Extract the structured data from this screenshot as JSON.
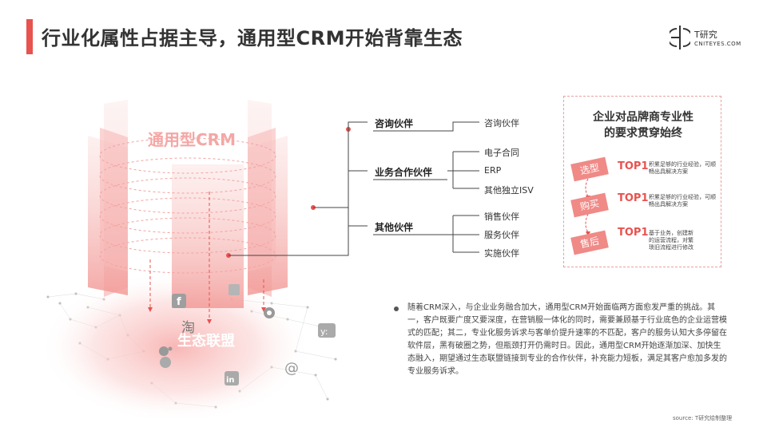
{
  "title": "行业化属性占据主导，通用型CRM开始背靠生态",
  "logo": {
    "cn": "T研究",
    "en": "CNITEYES.COM"
  },
  "graphic": {
    "top_label": "通用型CRM",
    "bottom_label": "生态联盟",
    "tao_char": "淘"
  },
  "tree": {
    "nodes": [
      {
        "label": "咨询伙伴",
        "leaves": [
          "咨询伙伴"
        ]
      },
      {
        "label": "业务合作伙伴",
        "leaves": [
          "电子合同",
          "ERP",
          "其他独立ISV"
        ]
      },
      {
        "label": "其他伙伴",
        "leaves": [
          "销售伙伴",
          "服务伙伴",
          "实施伙伴"
        ]
      }
    ]
  },
  "right_box": {
    "title_line1": "企业对品牌商专业性",
    "title_line2": "的要求贯穿始终",
    "stages": [
      {
        "label": "选型",
        "rank": "TOP1",
        "desc": "积累足够的行业经验，可顺畅出具解决方案"
      },
      {
        "label": "购买",
        "rank": "TOP1",
        "desc": "积累足够的行业经验，可顺畅出具解决方案"
      },
      {
        "label": "售后",
        "rank": "TOP1",
        "desc": "基于业务，创建新的运营流程，对繁琐旧流程进行修改"
      }
    ]
  },
  "bullet": "随着CRM深入，与企业业务融合加大，通用型CRM开始面临两方面愈发严重的挑战。其一，客户既要广度又要深度，在营销服一体化的同时，需要兼顾基于行业底色的企业运营模式的匹配；其二，专业化服务诉求与客单价提升速率的不匹配，客户的服务认知大多停留在软件层，黑有破圈之势，但瓶颈打开仍需时日。因此，通用型CRM开始逐渐加深、加快生态融入，期望通过生态联盟链接到专业的合作伙伴，补充能力短板，满足其客户愈加多发的专业服务诉求。",
  "source": "source:    T研究绘制整理",
  "colors": {
    "accent": "#e8524f",
    "light_accent": "#f4a7a5"
  }
}
